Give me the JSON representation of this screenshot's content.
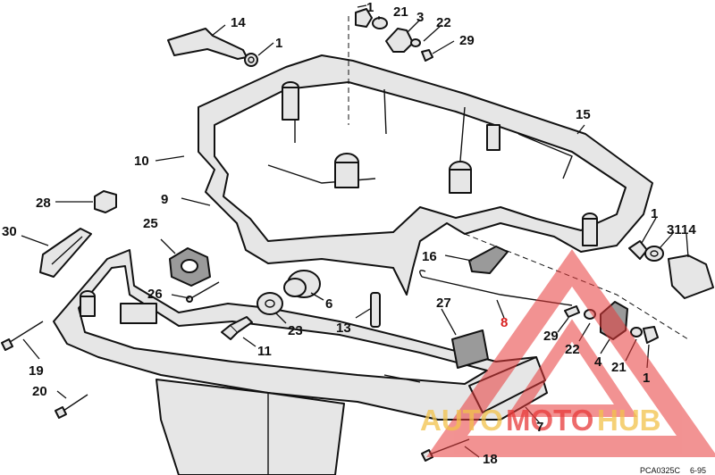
{
  "parts": {
    "p1a": "1",
    "p1b": "1",
    "p1c": "1",
    "p1d": "1",
    "p3": "3",
    "p4": "4",
    "p6": "6",
    "p7": "7",
    "p8": "8",
    "p9": "9",
    "p10": "10",
    "p11": "11",
    "p13": "13",
    "p14a": "14",
    "p14b": "14",
    "p15": "15",
    "p16": "16",
    "p18": "18",
    "p19": "19",
    "p20": "20",
    "p21a": "21",
    "p21b": "21",
    "p22a": "22",
    "p22b": "22",
    "p23": "23",
    "p25": "25",
    "p26": "26",
    "p27": "27",
    "p28": "28",
    "p29a": "29",
    "p29b": "29",
    "p30": "30",
    "p31": "31"
  },
  "footer": {
    "code": "PCA0325C",
    "date": "6-95"
  },
  "watermark": {
    "text_a": "AUTO",
    "text_b": "MOTO",
    "text_c": "HUB",
    "color_primary": "#f2c24a",
    "color_accent": "#e83a3a"
  }
}
